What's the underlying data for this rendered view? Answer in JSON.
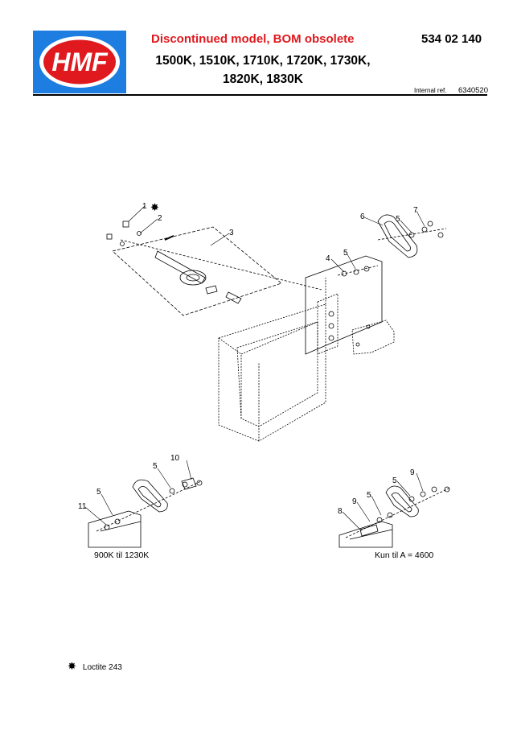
{
  "header": {
    "logo_text": "HMF",
    "status": "Discontinued model, BOM obsolete",
    "doc_number": "534 02 140",
    "models_line1": "1500K, 1510K, 1710K, 1720K, 1730K,",
    "models_line2": "1820K, 1830K",
    "internal_ref_label": "Internal ref.",
    "internal_ref_value": "6340520"
  },
  "callouts": {
    "c1": "1",
    "c2": "2",
    "c3": "3",
    "c4": "4",
    "c5": "5",
    "c6": "6",
    "c7": "7",
    "c8": "8",
    "c9": "9",
    "c10": "10",
    "c11": "11"
  },
  "captions": {
    "left_variant": "900K til 1230K",
    "right_variant": "Kun til A = 4600"
  },
  "legend": {
    "star_symbol": "✸",
    "text": "Loctite 243"
  },
  "colors": {
    "brand_blue": "#1e7de0",
    "brand_red": "#e0191e"
  }
}
